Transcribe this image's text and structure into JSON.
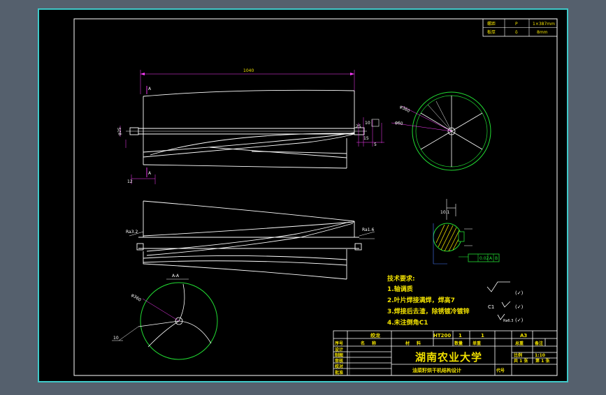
{
  "colors": {
    "bg": "#55606d",
    "paper": "#000000",
    "frame": "#3fc9c9",
    "line": "#ffffff",
    "green": "#22dd33",
    "yellow": "#f0e000",
    "magenta": "#ff3cff",
    "blue": "#4a7cff",
    "red": "#ff3c3c"
  },
  "top_table": {
    "rows": [
      [
        "螺距",
        "P",
        "1×387mm"
      ],
      [
        "板厚",
        "δ",
        "8mm"
      ]
    ]
  },
  "dims": {
    "length": "1040",
    "dia_left": "φ25",
    "dia_right": "φ25",
    "end_a": "25",
    "end_b": "10",
    "end_c": "5",
    "end_d": "15",
    "bottom_dim": "12",
    "circle_dia": "φ360",
    "circle_side": "φ60"
  },
  "section_labels": {
    "a": "A",
    "b": "A",
    "aa": "A-A"
  },
  "roughness": {
    "left": "Ra3.2",
    "right": "Ra1.6"
  },
  "shaft_section": {
    "top": "10.1",
    "tol": "0.02",
    "ref": "A",
    "ref2": "B"
  },
  "tech_req": {
    "title": "技术要求:",
    "items": [
      "1.轴调质",
      "2.叶片焊接满焊，焊高7",
      "3.焊接后去渣，除锈镀冷镀锌",
      "4.未注倒角C1"
    ]
  },
  "symbols": {
    "s1": "(✓)",
    "c1": "C1",
    "s2": "(✓)",
    "s3": "Ra6.3",
    "s3b": "(✓)"
  },
  "title_block": {
    "row1": [
      "绞龙",
      "HT200",
      "1",
      "1",
      "A3"
    ],
    "heads": [
      "序号",
      "名称",
      "材料",
      "数量",
      "单重",
      "总重",
      "备注"
    ],
    "left_rows": [
      "设计",
      "制图",
      "审核",
      "校对",
      "批准"
    ],
    "university": "湖南农业大学",
    "subject": "油菜籽烘干机结构设计",
    "scale_label": "比例",
    "scale": "1:10",
    "sheet_total": "共 1 张",
    "sheet_no": "第 1 张",
    "code_label": "代号"
  }
}
